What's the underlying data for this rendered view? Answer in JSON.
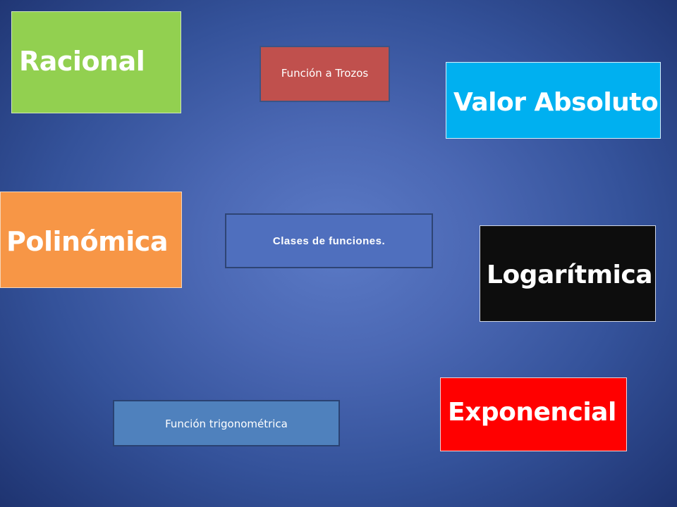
{
  "boxes": {
    "racional": "Racional",
    "funcion_a_trozos": "Función a Trozos",
    "valor_absoluto": "Valor Absoluto",
    "polinomica": "Polinómica",
    "clases_de_funciones": "Clases de funciones.",
    "logaritmica": "Logarítmica",
    "exponencial": "Exponencial",
    "funcion_trigonometrica": "Función trigonométrica"
  },
  "colors": {
    "racional": "#92d050",
    "funcion_a_trozos": "#c0504d",
    "valor_absoluto": "#00b0f0",
    "polinomica": "#f79646",
    "clases_de_funciones": "#4f6fbe",
    "logaritmica": "#0d0d0d",
    "exponencial": "#ff0000",
    "funcion_trigonometrica": "#4f81bd",
    "background": "#4b68b4"
  }
}
